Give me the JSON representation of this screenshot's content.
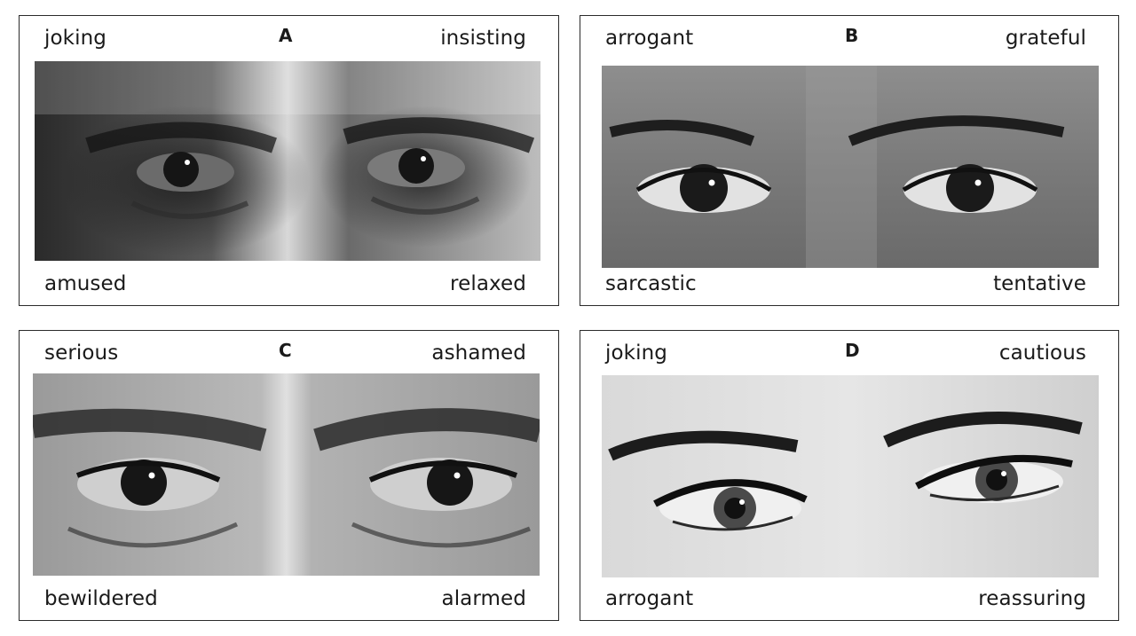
{
  "panels": [
    {
      "letter": "A",
      "top_left": "joking",
      "top_right": "insisting",
      "bottom_left": "amused",
      "bottom_right": "relaxed"
    },
    {
      "letter": "B",
      "top_left": "arrogant",
      "top_right": "grateful",
      "bottom_left": "sarcastic",
      "bottom_right": "tentative"
    },
    {
      "letter": "C",
      "top_left": "serious",
      "top_right": "ashamed",
      "bottom_left": "bewildered",
      "bottom_right": "alarmed"
    },
    {
      "letter": "D",
      "top_left": "joking",
      "top_right": "cautious",
      "bottom_left": "arrogant",
      "bottom_right": "reassuring"
    }
  ]
}
